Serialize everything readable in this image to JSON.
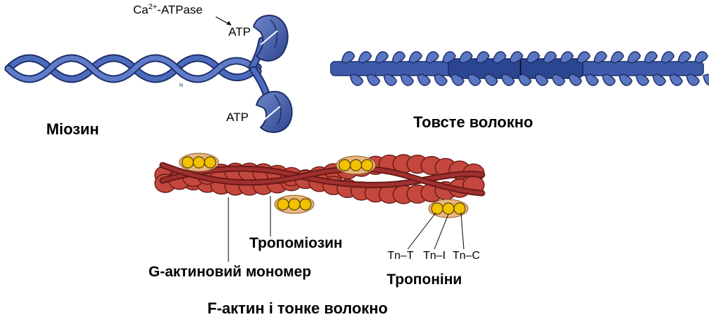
{
  "labels": {
    "myosin": "Міозин",
    "thick_filament": "Товсте волокно",
    "atpase_prefix": "Ca",
    "atpase_sup": "2+",
    "atpase_suffix": "-ATPase",
    "atp_top": "ATP",
    "atp_bottom": "ATP",
    "tropomyosin": "Тропоміозин",
    "g_actin": "G-актиновий мономер",
    "tn_t": "Tn–T",
    "tn_i": "Tn–I",
    "tn_c": "Tn–C",
    "troponins": "Тропоніни",
    "f_actin_title": "F-актин і тонке волокно"
  },
  "colors": {
    "myosin_fill": "#3d5aa8",
    "myosin_stroke": "#1f2f6a",
    "myosin_light": "#6f87c8",
    "actin_fill": "#c4483d",
    "actin_stroke": "#6a1a17",
    "tropomyosin": "#a03030",
    "troponin_fill": "#f2c200",
    "troponin_halo": "#e9b77d"
  }
}
